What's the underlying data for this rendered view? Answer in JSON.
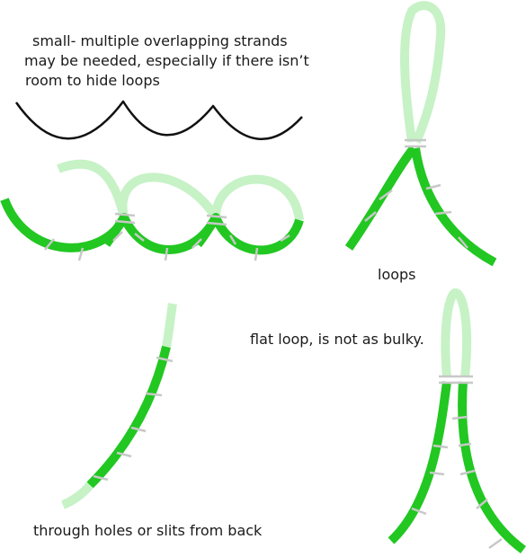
{
  "colors": {
    "strand_dark": "#22c722",
    "strand_light": "#c6f2c6",
    "stitch": "#c8c8c8",
    "curve": "#111111"
  },
  "labels": {
    "small_line1": "small- multiple overlapping strands",
    "small_line2": "may be needed, especially if there isn’t",
    "small_line3": "room to hide loops",
    "loops": "loops",
    "flat_loop": "flat loop, is not as bulky.",
    "through_holes": "through holes or slits from back"
  }
}
